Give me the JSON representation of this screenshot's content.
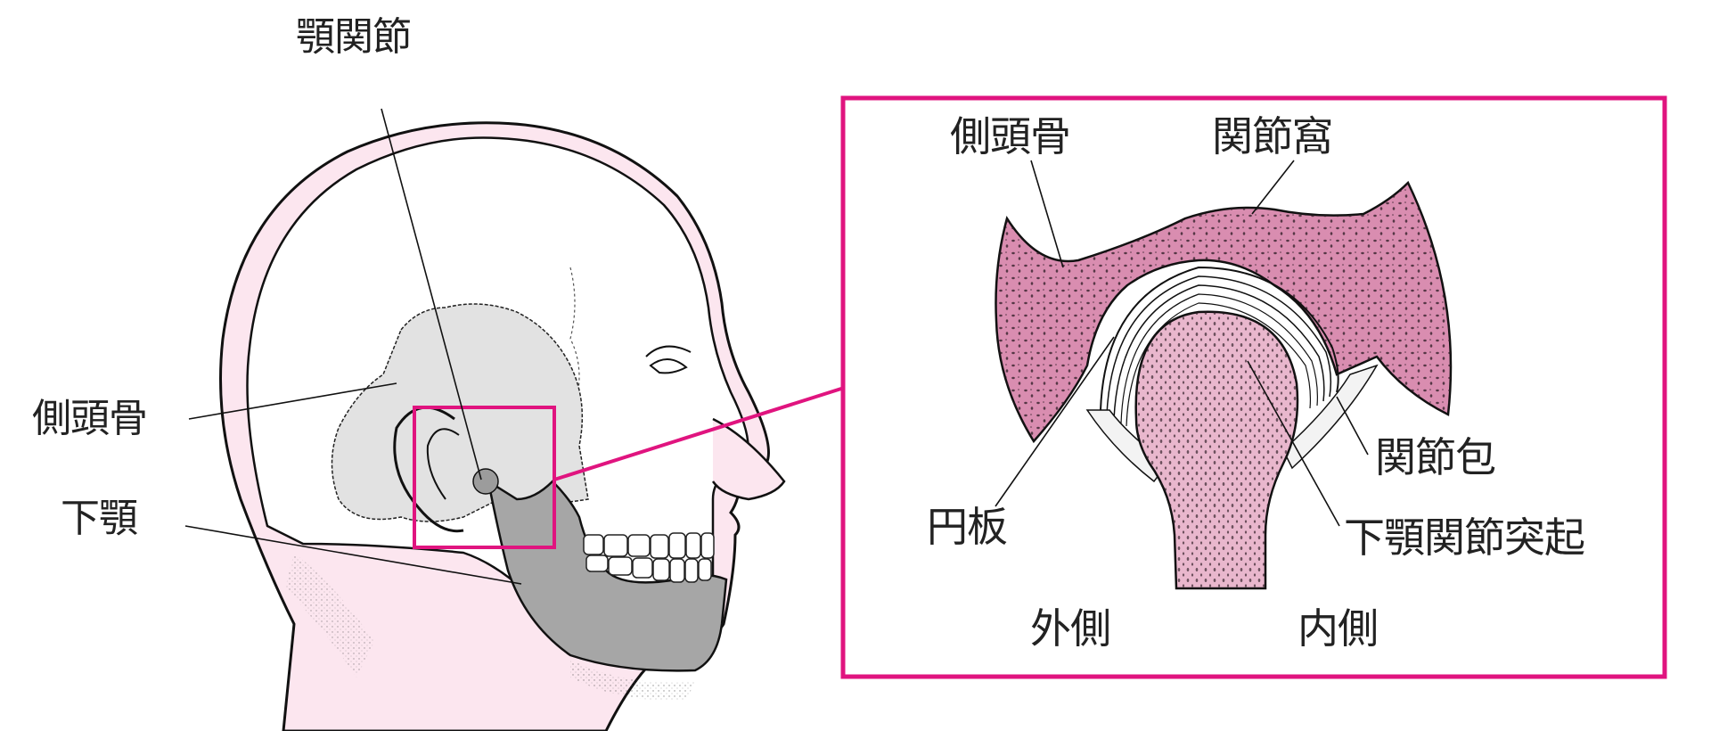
{
  "diagram": {
    "subject": "Temporomandibular joint anatomy",
    "colors": {
      "accent": "#e0147f",
      "skin": "#fce6ef",
      "skull_gray": "#e2e2e2",
      "mandible_gray": "#a6a6a6",
      "temporal_bone": "#d98db0",
      "condyle": "#e9b7cd",
      "line": "#1a1a1a"
    },
    "head_view": {
      "labels": {
        "tmj": "顎関節",
        "temporal_bone": "側頭骨",
        "mandible": "下顎"
      }
    },
    "inset_view": {
      "labels": {
        "temporal_bone": "側頭骨",
        "articular_fossa": "関節窩",
        "joint_capsule": "関節包",
        "articular_disc": "円板",
        "mandibular_condyle": "下顎関節突起",
        "lateral": "外側",
        "medial": "内側"
      }
    }
  }
}
